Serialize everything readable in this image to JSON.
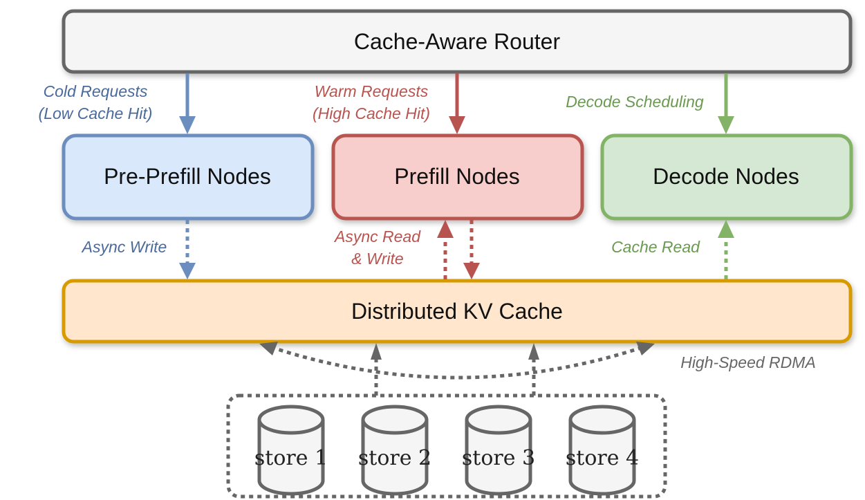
{
  "diagram": {
    "router": {
      "label": "Cache-Aware Router"
    },
    "nodes": [
      {
        "id": "pre-prefill",
        "label": "Pre-Prefill Nodes"
      },
      {
        "id": "prefill",
        "label": "Prefill Nodes"
      },
      {
        "id": "decode",
        "label": "Decode Nodes"
      }
    ],
    "cache": {
      "label": "Distributed KV Cache"
    },
    "edges": {
      "cold": {
        "line1": "Cold Requests",
        "line2": "(Low Cache Hit)"
      },
      "warm": {
        "line1": "Warm Requests",
        "line2": "(High Cache Hit)"
      },
      "decode_sched": {
        "label": "Decode Scheduling"
      },
      "async_write": {
        "label": "Async Write"
      },
      "async_rw": {
        "line1": "Async Read",
        "line2": "& Write"
      },
      "cache_read": {
        "label": "Cache Read"
      },
      "rdma": {
        "label": "High-Speed RDMA"
      }
    },
    "stores": [
      "store 1",
      "store 2",
      "store 3",
      "store 4"
    ],
    "colors": {
      "blue": "#6c8ebf",
      "blue_fill": "#dae8fc",
      "blue_text": "#4a6a9a",
      "red": "#b85450",
      "red_fill": "#f8cecc",
      "green": "#82b366",
      "green_fill": "#d5e8d4",
      "green_text": "#6a9a50",
      "orange": "#d79b00",
      "orange_fill": "#ffe6cc",
      "gray": "#666666",
      "gray_fill": "#f5f5f5"
    }
  }
}
